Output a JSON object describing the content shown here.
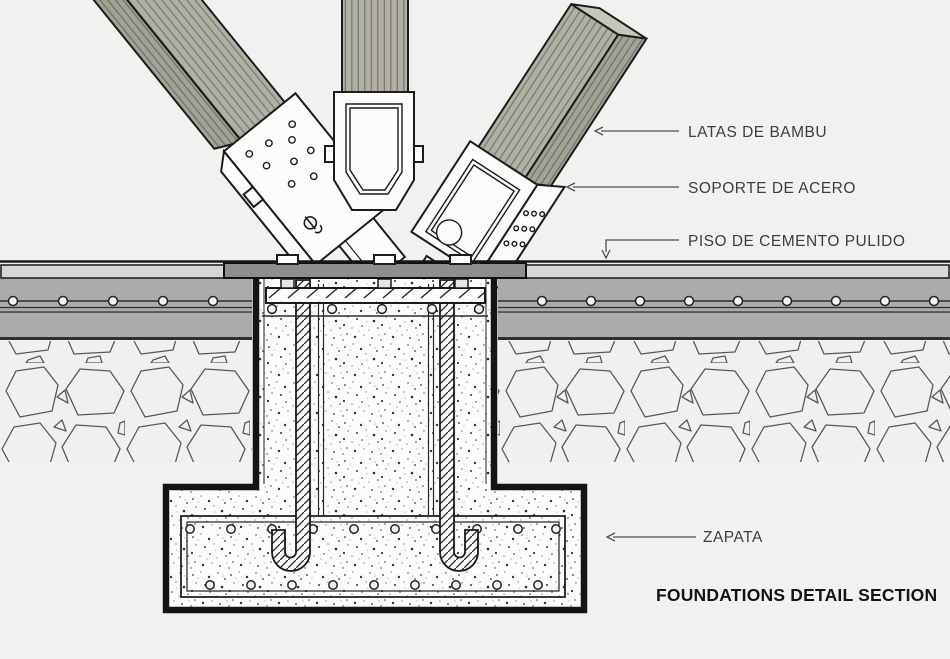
{
  "title": "FOUNDATIONS DETAIL SECTION",
  "labels": {
    "bamboo": "LATAS DE BAMBU",
    "steel": "SOPORTE DE ACERO",
    "floor": "PISO DE CEMENTO PULIDO",
    "footing": "ZAPATA"
  },
  "colors": {
    "background": "#f2f1ef",
    "bamboo_face": "#b1b0a4",
    "bamboo_stripe": "#76756a",
    "bamboo_side": "#a3a296",
    "bamboo_cap": "#c7c6bb",
    "steel_plate": "#fcfcfa",
    "base_plate": "#8e8e8c",
    "floor_finish": "#d7d7d5",
    "slab": "#ababa9",
    "concrete_speckle": "#fbfbf9",
    "line": "#1c1c1c",
    "label_text": "#3d3d3d"
  }
}
